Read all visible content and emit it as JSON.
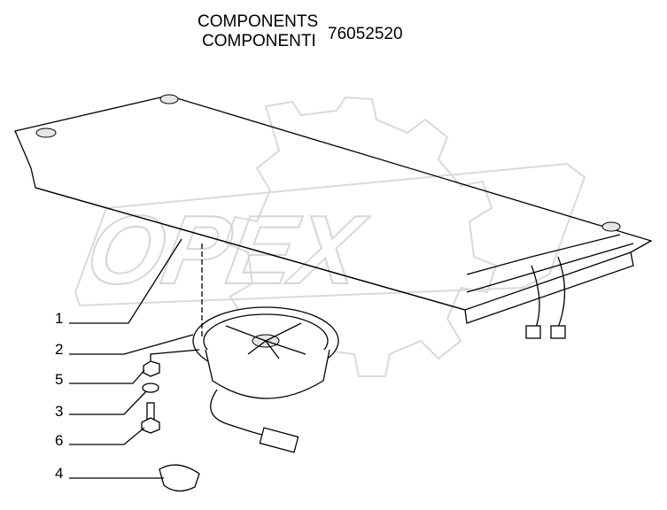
{
  "header": {
    "title_en": "COMPONENTS",
    "title_it": "COMPONENTI",
    "part_number": "76052520"
  },
  "watermark": "OPEX",
  "callouts": [
    {
      "label": "1"
    },
    {
      "label": "2"
    },
    {
      "label": "5"
    },
    {
      "label": "3"
    },
    {
      "label": "6"
    },
    {
      "label": "4"
    }
  ]
}
